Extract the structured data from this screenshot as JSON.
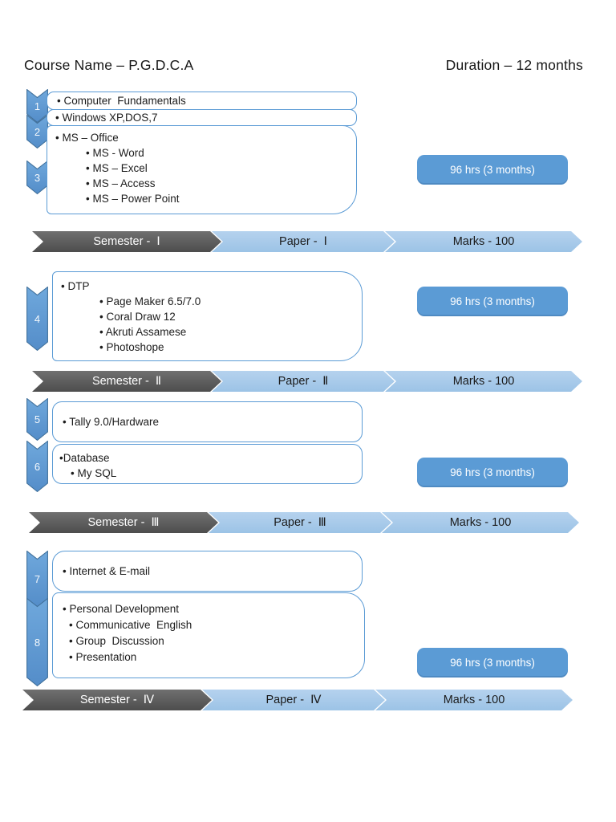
{
  "header": {
    "course_name": "Course Name – P.G.D.C.A",
    "duration": "Duration – 12 months"
  },
  "colors": {
    "accent_blue": "#5B9BD5",
    "accent_blue_border": "#41719C",
    "arrow_light_blue": "#A8C8E8",
    "arrow_dark_gray": "#595959"
  },
  "semesters": [
    {
      "units": [
        {
          "num": "1",
          "lines": [
            "• Computer  Fundamentals"
          ]
        },
        {
          "num": "2",
          "lines": [
            "• Windows XP,DOS,7"
          ]
        },
        {
          "num": "3",
          "lines": [
            "• MS – Office",
            "• MS - Word",
            "• MS – Excel",
            "• MS – Access",
            "• MS – Power Point"
          ]
        }
      ],
      "badge": "96 hrs (3 months)",
      "arrow": {
        "semester": "Semester -  Ⅰ",
        "paper": "Paper -  Ⅰ",
        "marks": "Marks - 100"
      }
    },
    {
      "units": [
        {
          "num": "4",
          "lines": [
            "• DTP",
            "• Page Maker 6.5/7.0",
            "• Coral Draw 12",
            "• Akruti Assamese",
            "• Photoshope"
          ]
        }
      ],
      "badge": "96 hrs (3 months)",
      "arrow": {
        "semester": "Semester -  Ⅱ",
        "paper": "Paper -  Ⅱ",
        "marks": "Marks - 100"
      }
    },
    {
      "units": [
        {
          "num": "5",
          "lines": [
            "• Tally 9.0/Hardware"
          ]
        },
        {
          "num": "6",
          "lines": [
            "•Database",
            "• My SQL"
          ]
        }
      ],
      "badge": "96 hrs (3 months)",
      "arrow": {
        "semester": "Semester -  Ⅲ",
        "paper": "Paper -  Ⅲ",
        "marks": "Marks - 100"
      }
    },
    {
      "units": [
        {
          "num": "7",
          "lines": [
            "• Internet & E-mail"
          ]
        },
        {
          "num": "8",
          "lines": [
            "• Personal Development",
            "• Communicative  English",
            "• Group  Discussion",
            "• Presentation"
          ]
        }
      ],
      "badge": "96 hrs (3 months)",
      "arrow": {
        "semester": "Semester -  Ⅳ",
        "paper": "Paper -  Ⅳ",
        "marks": "Marks - 100"
      }
    }
  ]
}
